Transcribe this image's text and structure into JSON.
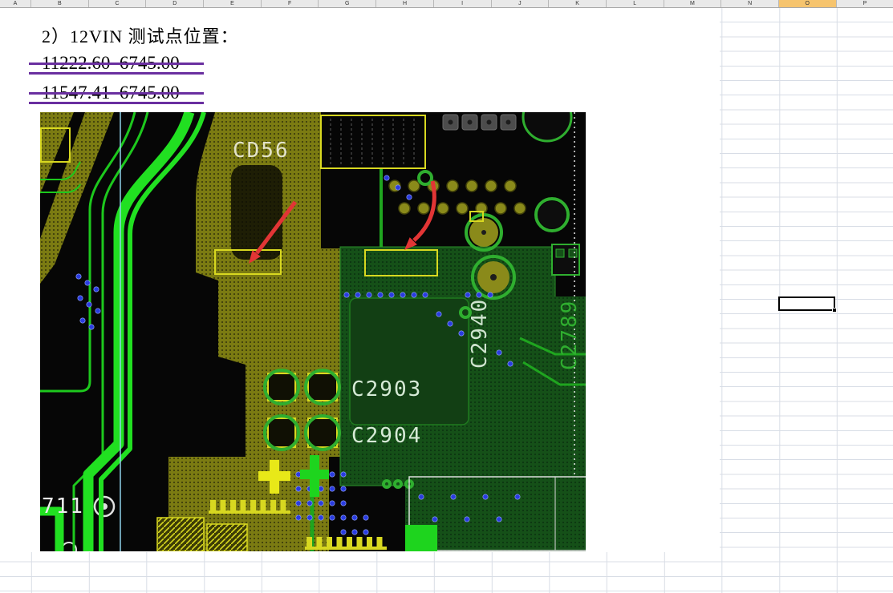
{
  "colors": {
    "header_highlight": "#F6C46E",
    "grid_line": "#D8DDE6",
    "strike_line": "#6A2FA0",
    "pcb_olive": "#7B7B12",
    "pcb_dark_green": "#155018",
    "pcb_bright_green": "#21E021",
    "arrow_red": "#E23535",
    "test_point_yellow": "#D8D820"
  },
  "sheet": {
    "columns": [
      "A",
      "B",
      "C",
      "D",
      "E",
      "F",
      "G",
      "H",
      "I",
      "J",
      "K",
      "L",
      "M",
      "N",
      "O",
      "P"
    ],
    "highlighted_column": "O"
  },
  "document": {
    "title": "2）12VIN 测试点位置：",
    "coordinates": [
      "11222.60  6745.00",
      "11547.41  6745.00"
    ]
  },
  "pcb": {
    "labels": {
      "cd56": "CD56",
      "c2903": "C2903",
      "c2904": "C2904",
      "c2940": "C2940",
      "c2789": "C2789",
      "ref_711": "711"
    }
  }
}
